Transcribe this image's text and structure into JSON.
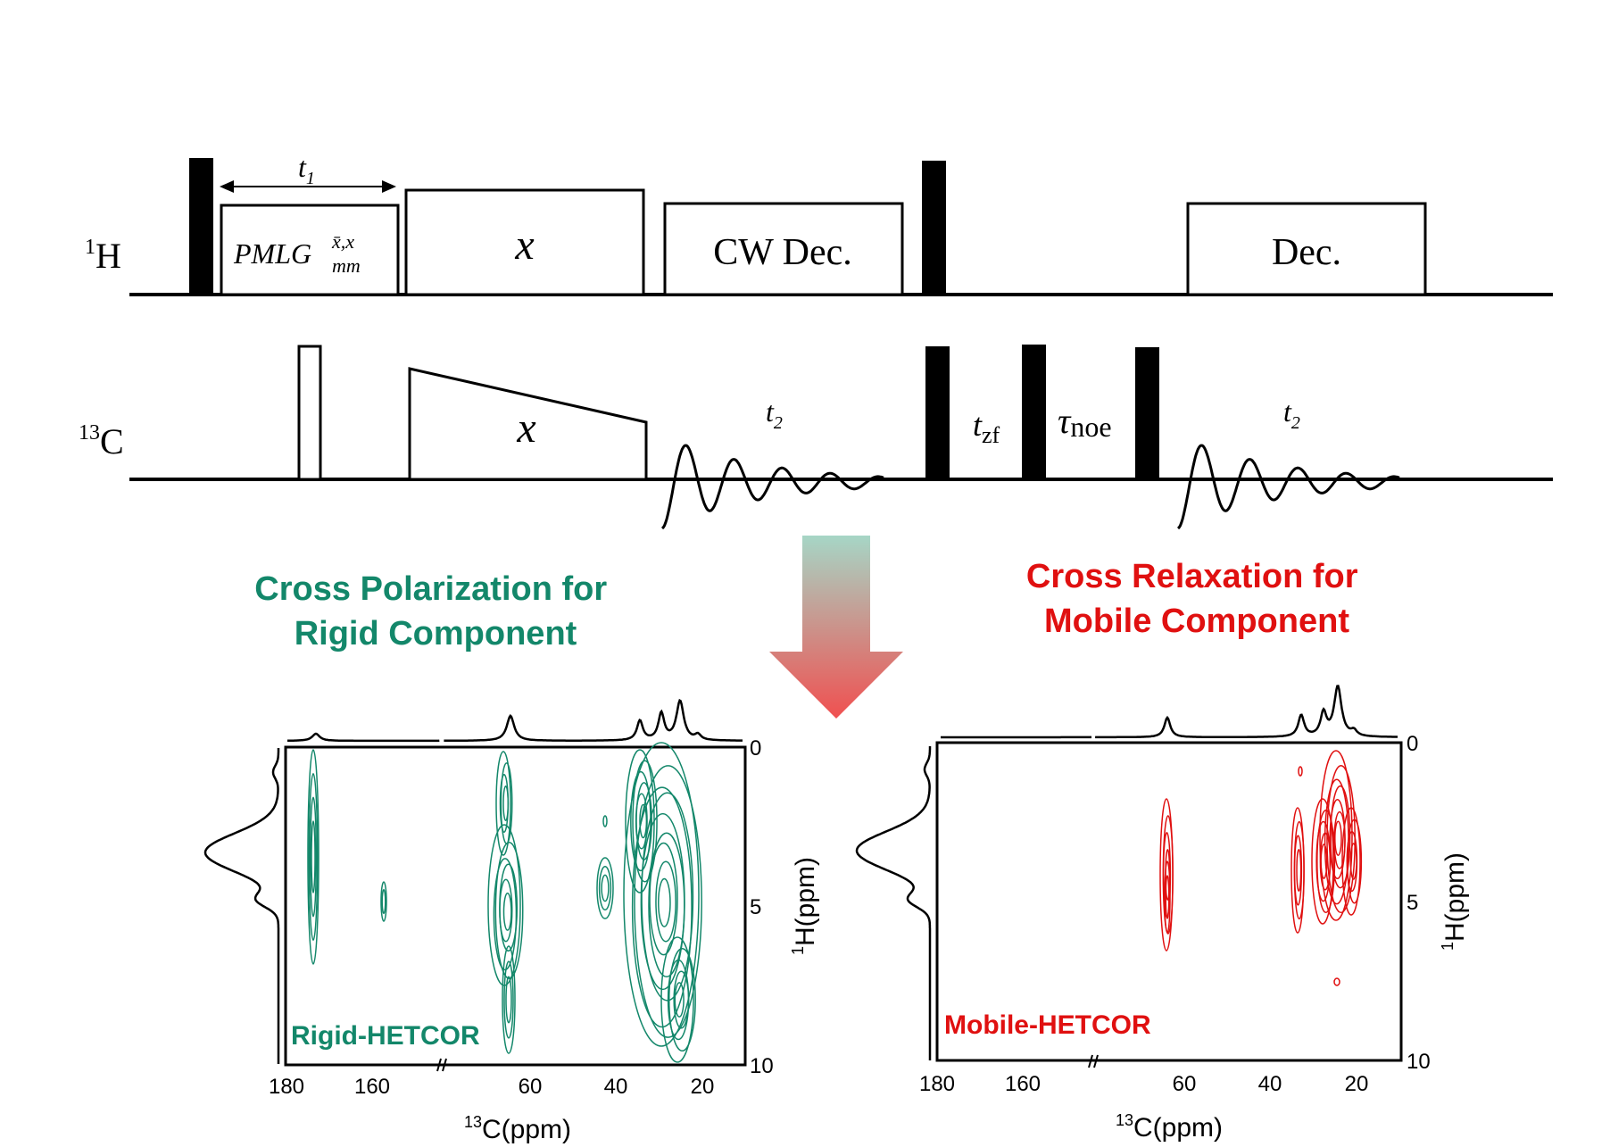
{
  "pulse_sequence": {
    "channel_h": {
      "sup": "1",
      "sym": "H"
    },
    "channel_c": {
      "sup": "13",
      "sym": "C"
    },
    "t1": {
      "main": "t",
      "sub": "1"
    },
    "pmlg": {
      "main": "PMLG",
      "sub": "mm",
      "sup": "x̄,x"
    },
    "cp_h": "x",
    "cp_c": "x",
    "cw_dec": "CW Dec.",
    "dec": "Dec.",
    "t2_first": {
      "main": "t",
      "sub": "2"
    },
    "t2_second": {
      "main": "t",
      "sub": "2"
    },
    "tzf": {
      "main": "t",
      "sub": "zf"
    },
    "tnoe": {
      "main": "τ",
      "sub": "noe"
    }
  },
  "headings": {
    "rigid": [
      "Cross Polarization for",
      "Rigid Component"
    ],
    "mobile": [
      "Cross Relaxation for",
      "Mobile Component"
    ]
  },
  "colors": {
    "rigid": "#13876a",
    "mobile": "#e01010",
    "arrow_top": "#a6d6c6",
    "arrow_bottom": "#f05050",
    "ink": "#000000"
  },
  "spectra": {
    "rigid": {
      "label": "Rigid-HETCOR",
      "x_ticks": [
        "180",
        "160",
        "60",
        "40",
        "20"
      ],
      "y_ticks": [
        "0",
        "5",
        "10"
      ],
      "xlabel": {
        "sup": "13",
        "text": "C(ppm)"
      },
      "ylabel": {
        "sup": "1",
        "text": "H(ppm)"
      }
    },
    "mobile": {
      "label": "Mobile-HETCOR",
      "x_ticks": [
        "180",
        "160",
        "60",
        "40",
        "20"
      ],
      "y_ticks": [
        "0",
        "5",
        "10"
      ],
      "xlabel": {
        "sup": "13",
        "text": "C(ppm)"
      },
      "ylabel": {
        "sup": "1",
        "text": "H(ppm)"
      }
    }
  }
}
